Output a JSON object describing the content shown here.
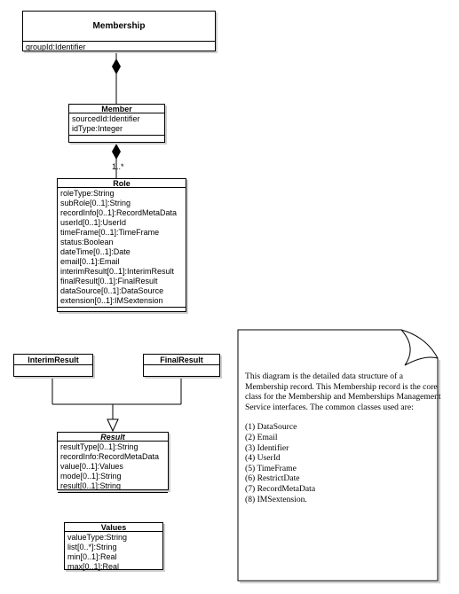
{
  "classes": {
    "membership": {
      "name": "Membership",
      "attributes": [
        "groupId:Identifier"
      ]
    },
    "member": {
      "name": "Member",
      "attributes": [
        "sourcedId:Identifier",
        "idType:Integer"
      ]
    },
    "role": {
      "name": "Role",
      "attributes": [
        "roleType:String",
        "subRole[0..1]:String",
        "recordInfo[0..1]:RecordMetaData",
        "userId[0..1]:UserId",
        "timeFrame[0..1]:TimeFrame",
        "status:Boolean",
        "dateTime[0..1]:Date",
        "email[0..1]:Email",
        "interimResult[0..1]:InterimResult",
        "finalResult[0..1]:FinalResult",
        "dataSource[0..1]:DataSource",
        "extension[0..1]:IMSextension"
      ]
    },
    "interim_result": {
      "name": "InterimResult"
    },
    "final_result": {
      "name": "FinalResult"
    },
    "result": {
      "name": "Result",
      "attributes": [
        "resultType[0..1]:String",
        "recordInfo:RecordMetaData",
        "value[0..1]:Values",
        "mode[0..1]:String",
        "result[0..1]:String"
      ]
    },
    "values": {
      "name": "Values",
      "attributes": [
        "valueType:String",
        "list[0..*]:String",
        "min[0..1]:Real",
        "max[0..1]:Real"
      ]
    }
  },
  "multiplicity": {
    "member_role": "1..*"
  },
  "note": {
    "paragraph": "This diagram is the detailed data structure of a Membership record.  This Membership record is the core class for the Membership and Memberships Management Service interfaces. The common classes used are:",
    "items": [
      "(1) DataSource",
      "(2) Email",
      "(3) Identifier",
      "(4) UserId",
      "(5) TimeFrame",
      "(6) RestrictDate",
      "(7) RecordMetaData",
      "(8) IMSextension."
    ]
  }
}
